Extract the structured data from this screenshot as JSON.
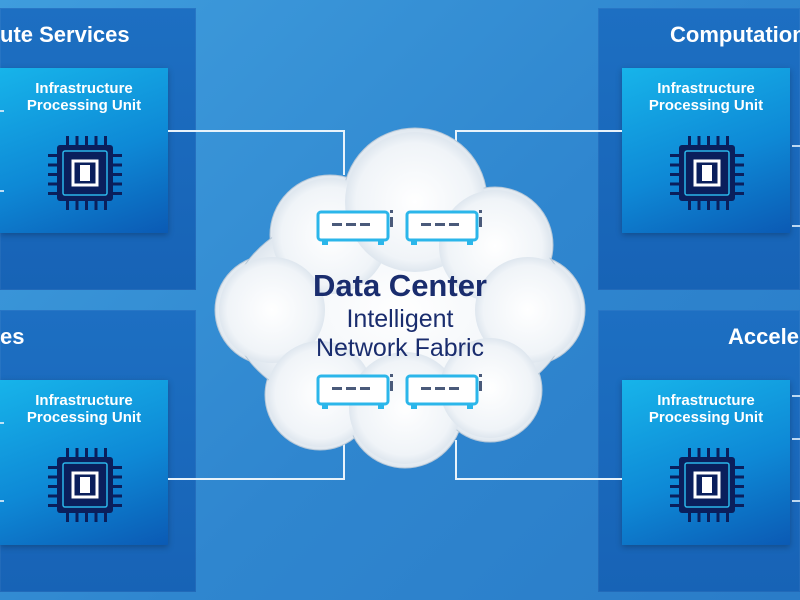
{
  "diagram": {
    "panels": {
      "top_left": {
        "title": "ute Services"
      },
      "top_right": {
        "title": "Computation"
      },
      "bottom_left": {
        "title": "es"
      },
      "bottom_right": {
        "title": "Accele"
      }
    },
    "ipu": {
      "line1": "Infrastructure",
      "line2": "Processing Unit"
    },
    "cloud": {
      "title": "Data Center",
      "subtitle_line1": "Intelligent",
      "subtitle_line2": "Network Fabric"
    },
    "colors": {
      "background": "#3f9ddd",
      "panel": "#1d6fc2",
      "ipu_card": "#17b4ea",
      "cloud_text": "#1a2d6e",
      "server_accent": "#2bb6ea"
    },
    "icons": [
      "processor-chip-icon",
      "server-icon"
    ]
  }
}
